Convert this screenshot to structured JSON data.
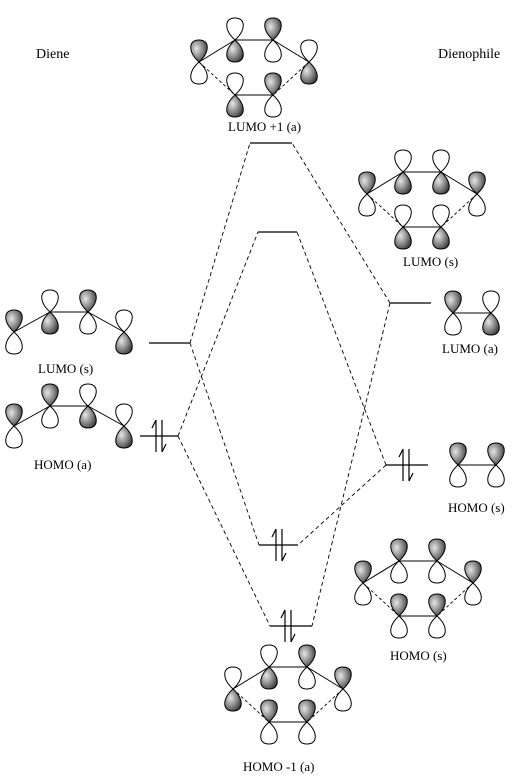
{
  "headers": {
    "diene": "Diene",
    "dienophile": "Dienophile"
  },
  "labels": {
    "lumo_plus1_a": "LUMO +1 (a)",
    "lumo_s_dienophile": "LUMO (s)",
    "lumo_a_dienophile": "LUMO (a)",
    "lumo_s_diene": "LUMO (s)",
    "homo_a_diene": "HOMO (a)",
    "homo_s_dienophile": "HOMO (s)",
    "homo_s_tscomplex": "HOMO (s)",
    "homo_minus1_a": "HOMO -1 (a)"
  },
  "occupancy": {
    "homo_diene": "paired",
    "homo_dienophile": "paired",
    "tscomplex_homo": "paired",
    "tscomplex_homo_minus1": "paired",
    "lumo_diene": "empty",
    "lumo_dienophile": "empty",
    "tscomplex_lumo": "empty",
    "tscomplex_lumo_plus1": "empty"
  },
  "colors": {
    "line": "#000000",
    "lobe_dark": "#555555",
    "lobe_light": "#ffffff"
  }
}
